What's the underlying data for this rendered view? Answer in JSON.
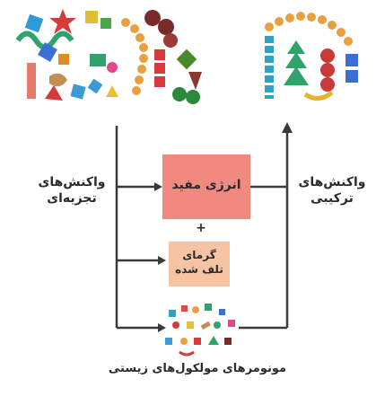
{
  "left_label": {
    "line1": "واکنش‌های",
    "line2": "تجزیه‌ای"
  },
  "right_label": {
    "line1": "واکنش‌های",
    "line2": "ترکیبی"
  },
  "useful_energy": "انرژی مفید",
  "plus_sign": "+",
  "wasted_heat": {
    "line1": "گرمای",
    "line2": "تلف شده"
  },
  "bottom_caption": "مونومرهای مولکول‌های زیستی",
  "colors": {
    "useful_box": "#f08a80",
    "heat_box": "#f6c4a4",
    "arrow": "#3a3a3a"
  }
}
